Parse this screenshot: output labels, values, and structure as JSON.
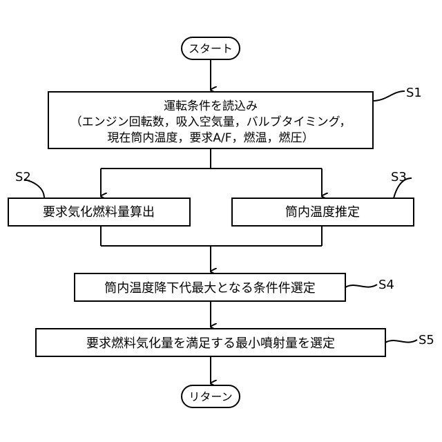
{
  "flowchart": {
    "start_label": "スタート",
    "end_label": "リターン",
    "read_conditions": {
      "line1": "運転条件を読込み",
      "line2": "（エンジン回転数，吸入空気量，バルブタイミング，",
      "line3": "現在筒内温度，要求A/F，燃温，燃圧）",
      "step": "S1"
    },
    "required_vaporized_fuel": {
      "label": "要求気化燃料量算出",
      "step": "S2"
    },
    "cylinder_temp_estimate": {
      "label": "筒内温度推定",
      "step": "S3"
    },
    "select_conditions": {
      "label": "筒内温度降下代最大となる条件件選定",
      "step": "S4"
    },
    "select_injection": {
      "label": "要求燃料気化量を満足する最小噴射量を選定",
      "step": "S5"
    }
  }
}
